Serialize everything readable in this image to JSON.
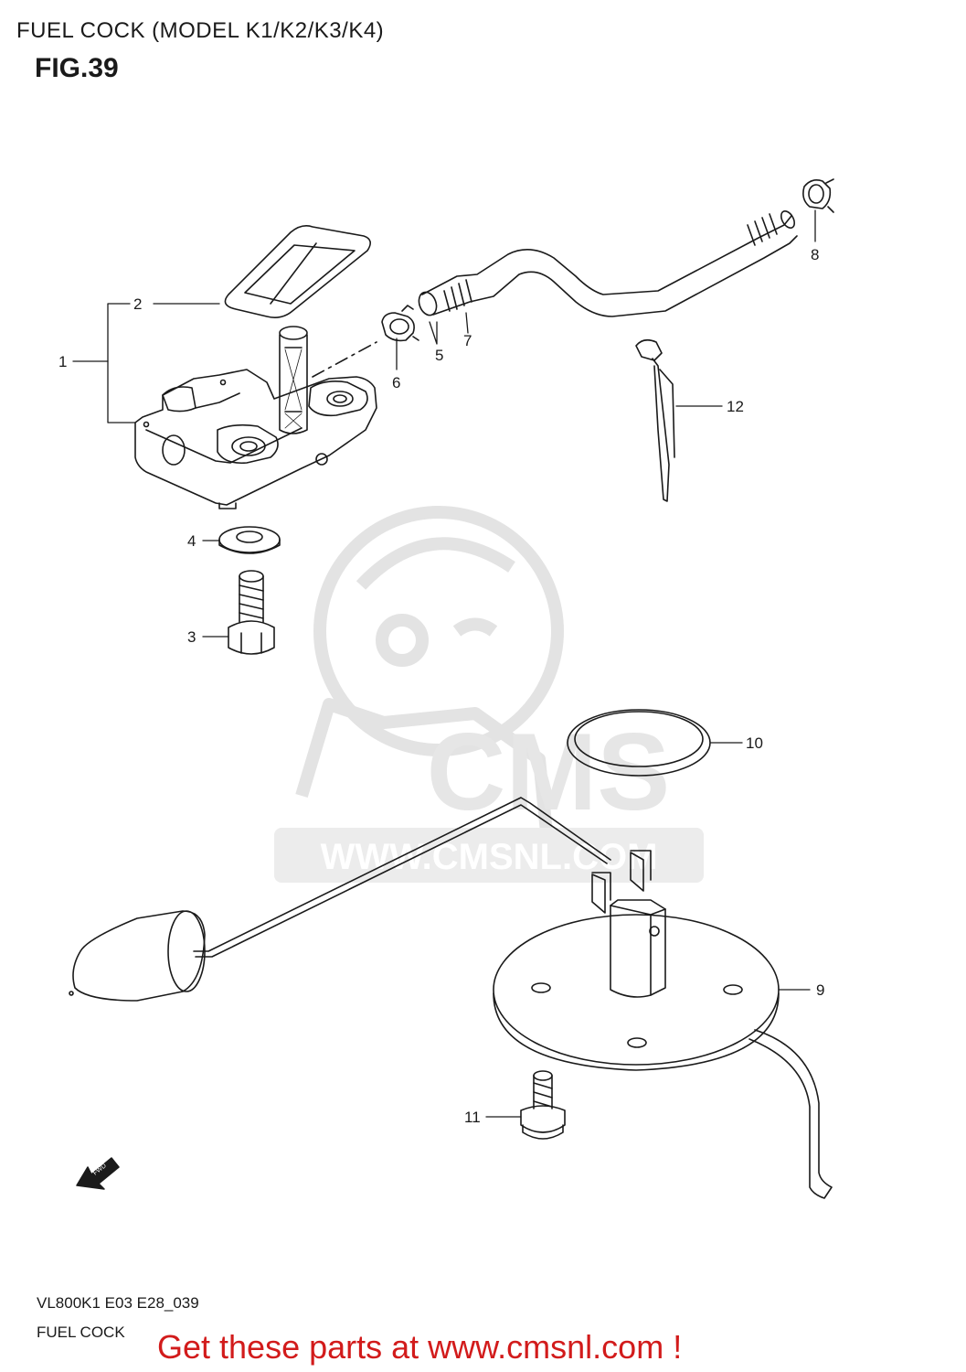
{
  "header": {
    "title": "FUEL COCK (MODEL K1/K2/K3/K4)",
    "figure": "FIG.39"
  },
  "watermark": {
    "brand": "CMS",
    "url": "WWW.CMSNL.COM",
    "color": "#e6e6e6"
  },
  "callouts": [
    "1",
    "2",
    "3",
    "4",
    "5",
    "6",
    "7",
    "8",
    "9",
    "10",
    "11",
    "12"
  ],
  "direction_marker": "FWD",
  "footer": {
    "code": "VL800K1 E03 E28_039",
    "name": "FUEL COCK",
    "promo": "Get these parts at www.cmsnl.com !",
    "promo_color": "#d21b1b"
  }
}
